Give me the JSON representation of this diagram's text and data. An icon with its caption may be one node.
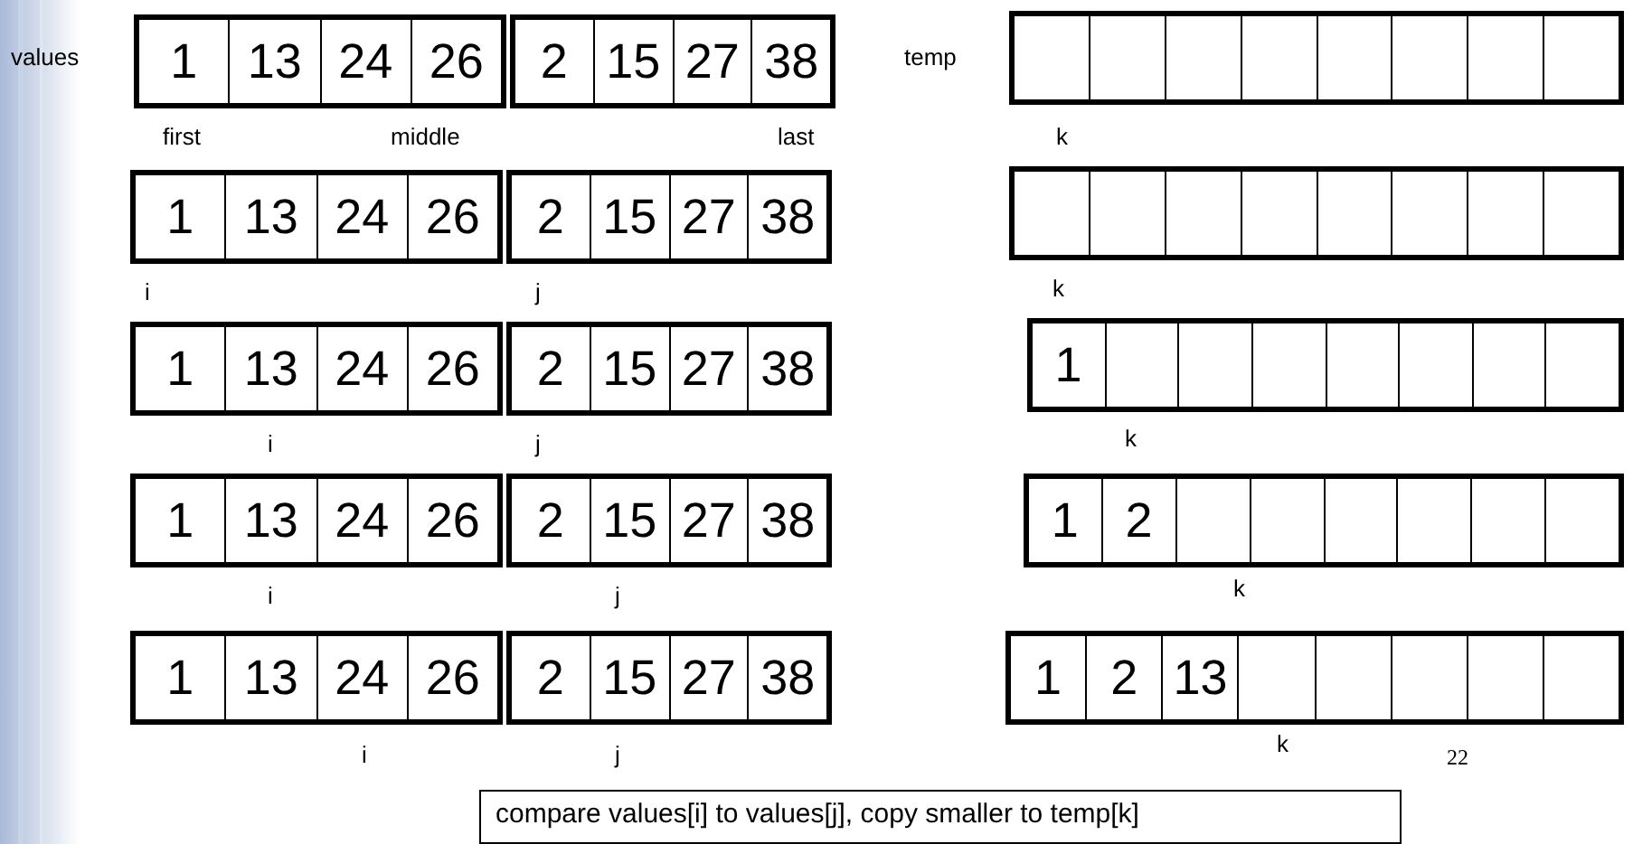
{
  "diagram": {
    "nodes": [
      {
        "text": [
          "1",
          "13",
          "24",
          "26"
        ]
      },
      {
        "text": [
          "2",
          "15",
          "27",
          "38"
        ]
      },
      {
        "text": [],
        "shape": "box"
      },
      {
        "text": [
          "1",
          "13",
          "24",
          "26"
        ]
      },
      {
        "text": [
          "2",
          "15",
          "27",
          "38"
        ]
      },
      {
        "text": [],
        "shape": "box"
      },
      {
        "text": [
          "1",
          "13",
          "24",
          "26"
        ]
      },
      {
        "text": [
          "2",
          "15",
          "27",
          "38"
        ]
      },
      {
        "text": [
          "1"
        ]
      },
      {
        "text": [
          "1",
          "13",
          "24",
          "26"
        ]
      },
      {
        "text": [
          "2",
          "15",
          "27",
          "38"
        ]
      },
      {
        "text": [
          "1",
          "2"
        ]
      },
      {
        "text": [
          "1",
          "13",
          "24",
          "26"
        ]
      },
      {
        "text": [
          "2",
          "15",
          "27",
          "38"
        ]
      },
      {
        "text": [
          "1",
          "2",
          "13"
        ]
      },
      {
        "text": [
          "compare values[i] to values[j], copy smaller to temp[k]"
        ]
      }
    ],
    "labels": [
      "values",
      "temp",
      "first",
      "middle",
      "last",
      "k",
      "i",
      "j",
      "k",
      "i",
      "j",
      "k",
      "i",
      "j",
      "k",
      "i",
      "j",
      "k",
      "22"
    ]
  }
}
